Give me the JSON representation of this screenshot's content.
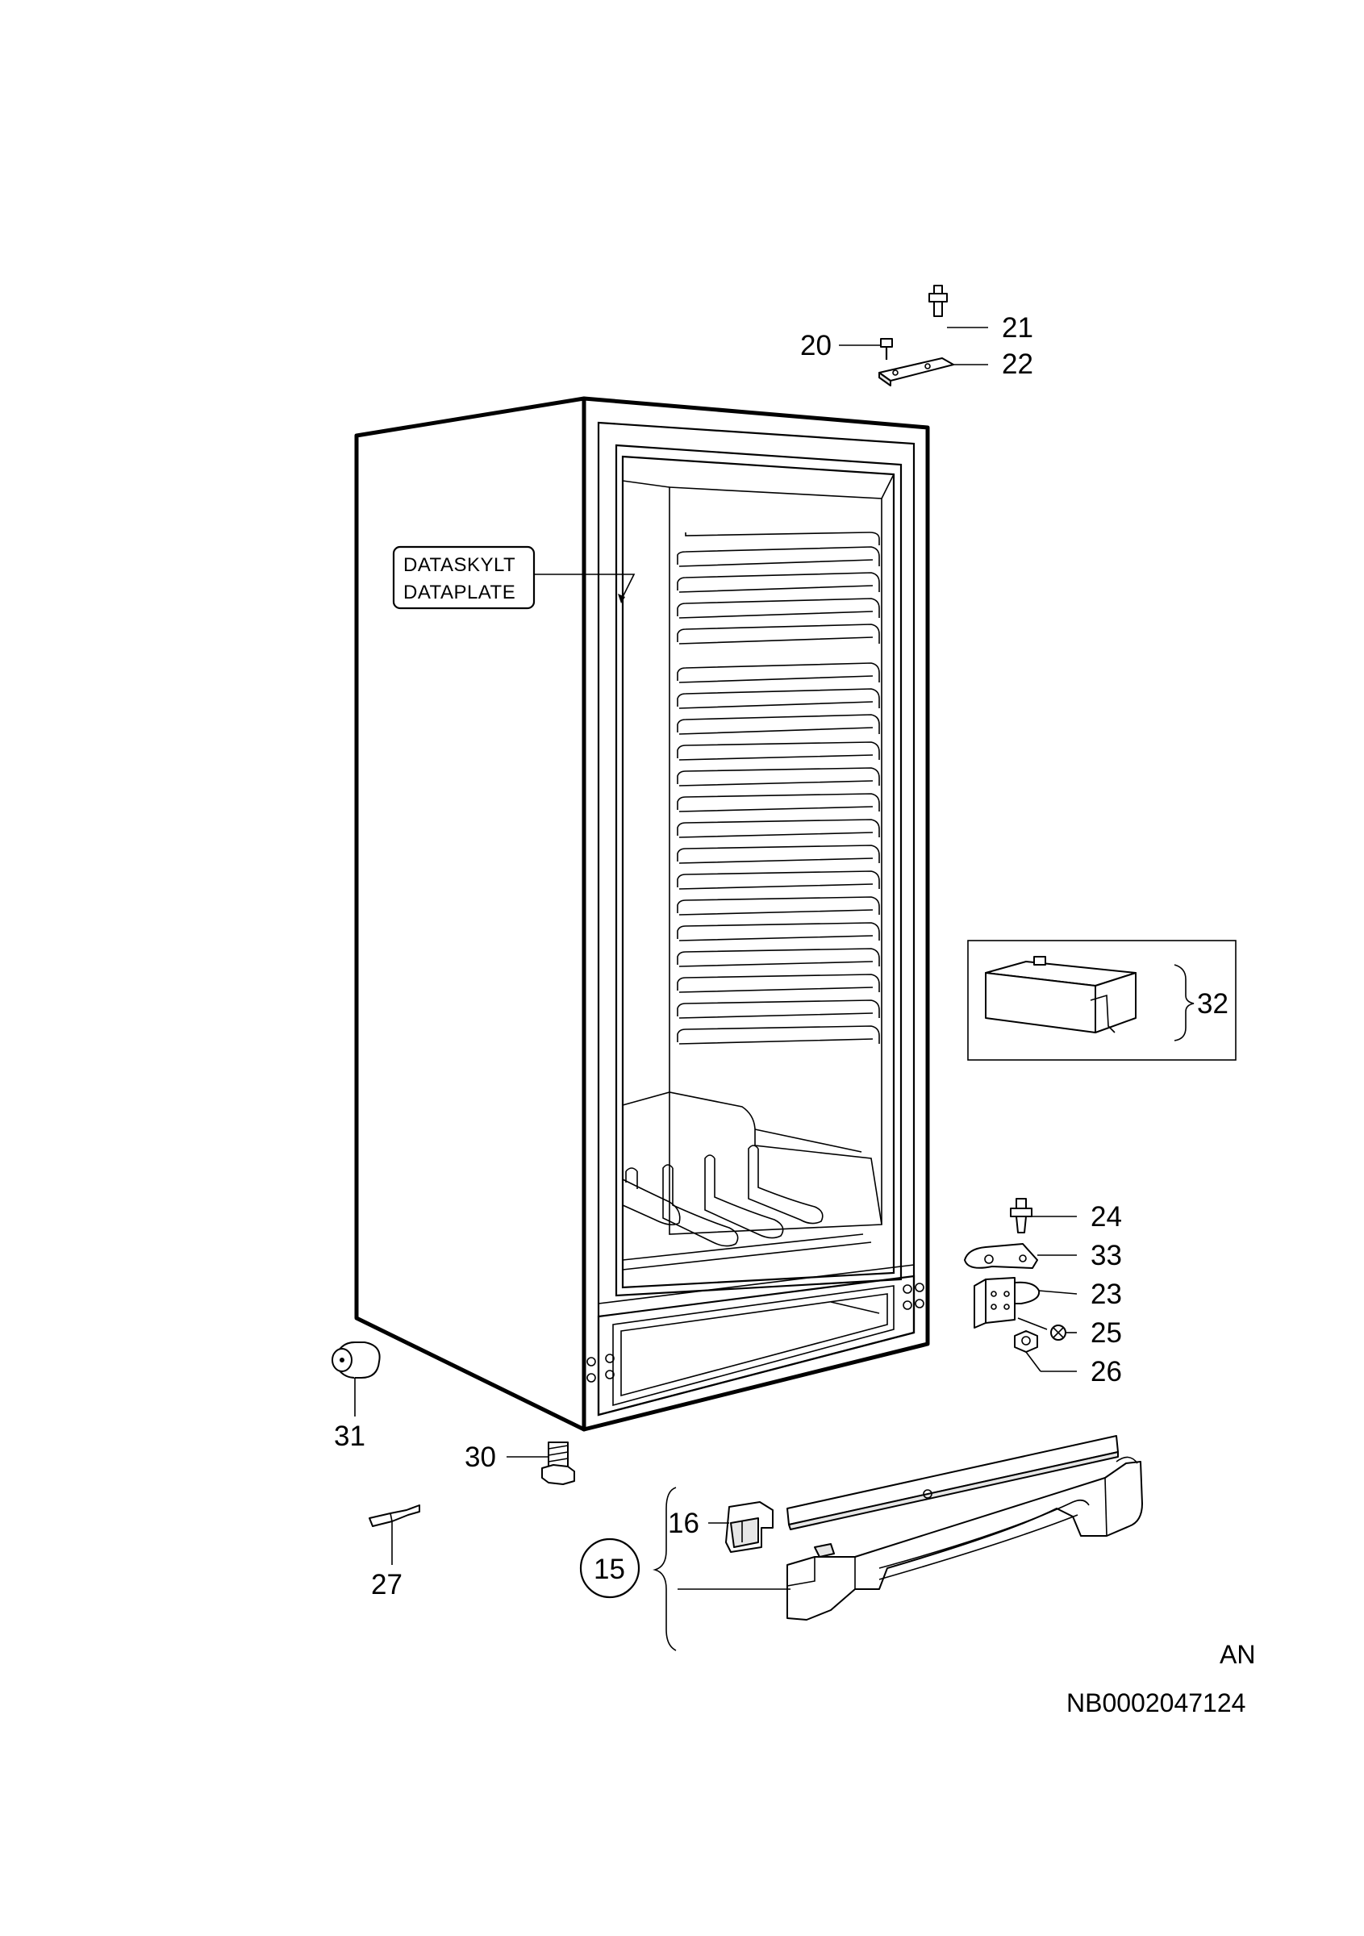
{
  "callouts": {
    "c15": "15",
    "c16": "16",
    "c20": "20",
    "c21": "21",
    "c22": "22",
    "c23": "23",
    "c24": "24",
    "c25": "25",
    "c26": "26",
    "c27": "27",
    "c30": "30",
    "c31": "31",
    "c32": "32",
    "c33": "33"
  },
  "data_plate": {
    "line1": "DATASKYLT",
    "line2": "DATAPLATE"
  },
  "footer": {
    "code": "AN",
    "drawing_number": "NB0002047124"
  }
}
